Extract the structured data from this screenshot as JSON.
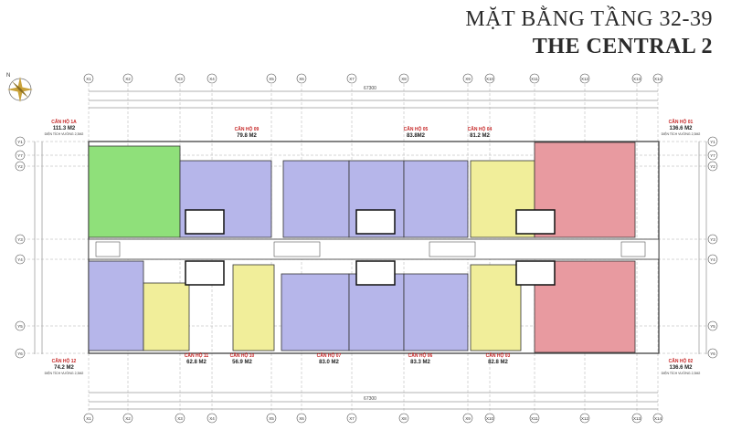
{
  "header": {
    "title_line1": "MẶT BẰNG TẦNG 32-39",
    "title_line2": "THE CENTRAL 2"
  },
  "dimensions": {
    "overall_top": "67300",
    "overall_bottom": "67300"
  },
  "units": [
    {
      "id": "01",
      "name": "CĂN HỘ 01",
      "area": "136.6 M2",
      "note": "DIỆN TÍCH VƯỜNG 2,3M2",
      "color": "#e89aa0"
    },
    {
      "id": "02",
      "name": "CĂN HỘ 02",
      "area": "136.6 M2",
      "note": "DIỆN TÍCH VƯỜNG 2,3M2",
      "color": "#e89aa0"
    },
    {
      "id": "03",
      "name": "CĂN HỘ 03",
      "area": "82.8 M2",
      "color": "#f1ee9a"
    },
    {
      "id": "04",
      "name": "CĂN HỘ 04",
      "area": "81.2 M2",
      "color": "#f1ee9a"
    },
    {
      "id": "05",
      "name": "CĂN HỘ 05",
      "area": "83.8M2",
      "color": "#b6b6ea"
    },
    {
      "id": "06",
      "name": "CĂN HỘ 06",
      "area": "83.3 M2",
      "color": "#b6b6ea"
    },
    {
      "id": "07",
      "name": "CĂN HỘ 07",
      "area": "83.0 M2",
      "color": "#b6b6ea"
    },
    {
      "id": "09",
      "name": "CĂN HỘ 09",
      "area": "79.8 M2",
      "color": "#b6b6ea"
    },
    {
      "id": "10",
      "name": "CĂN HỘ 10",
      "area": "56.9 M2",
      "color": "#f1ee9a"
    },
    {
      "id": "11",
      "name": "CĂN HỘ 11",
      "area": "62.8 M2",
      "color": "#f1ee9a"
    },
    {
      "id": "12",
      "name": "CĂN HỘ 12",
      "area": "74.2 M2",
      "note": "DIỆN TÍCH VƯỜNG 2,3M2",
      "color": "#b6b6ea"
    },
    {
      "id": "1A",
      "name": "CĂN HỘ 1A",
      "area": "111.3 M2",
      "note": "DIỆN TÍCH VƯỜNG 2,3M2",
      "color": "#8fe07a"
    }
  ],
  "axes": {
    "columns": [
      "X1",
      "X2",
      "X3",
      "X4",
      "X5",
      "X6",
      "X7",
      "X8",
      "X9",
      "X10",
      "X11",
      "X12",
      "X13",
      "X14"
    ],
    "rows": [
      "Y1",
      "Y2",
      "Y3",
      "Y4",
      "Y5",
      "Y6",
      "Y7"
    ]
  },
  "colors": {
    "line": "#333333",
    "label": "#c62828",
    "dim": "#555555"
  }
}
